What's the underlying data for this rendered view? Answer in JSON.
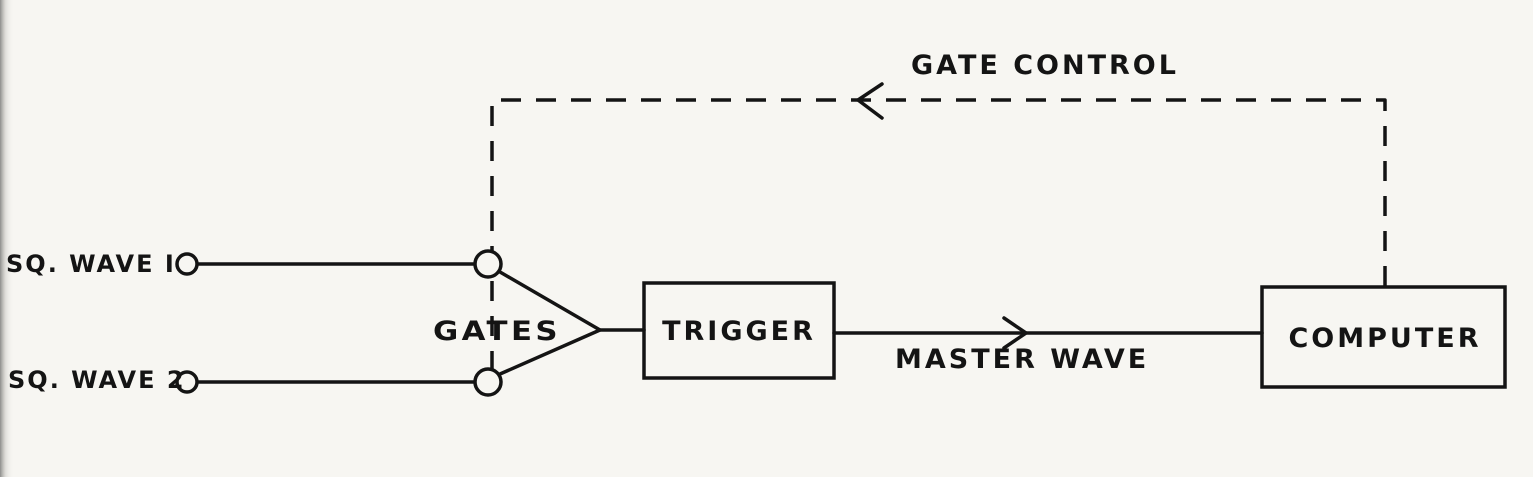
{
  "diagram": {
    "inputs": [
      {
        "id": "sq1",
        "label": "SQ. WAVE I"
      },
      {
        "id": "sq2",
        "label": "SQ. WAVE 2"
      }
    ],
    "blocks": [
      {
        "id": "gates",
        "label": "GATES"
      },
      {
        "id": "trigger",
        "label": "TRIGGER"
      },
      {
        "id": "computer",
        "label": "COMPUTER"
      }
    ],
    "connections": [
      {
        "from": "sq1",
        "to": "gates",
        "style": "solid",
        "label": ""
      },
      {
        "from": "sq2",
        "to": "gates",
        "style": "solid",
        "label": ""
      },
      {
        "from": "gates",
        "to": "trigger",
        "style": "solid",
        "label": ""
      },
      {
        "from": "trigger",
        "to": "computer",
        "style": "solid",
        "label": "MASTER WAVE"
      },
      {
        "from": "computer",
        "to": "gates",
        "style": "dashed",
        "label": "GATE CONTROL"
      }
    ],
    "colors": {
      "ink": "#141414",
      "paper": "#f7f6f2"
    }
  }
}
